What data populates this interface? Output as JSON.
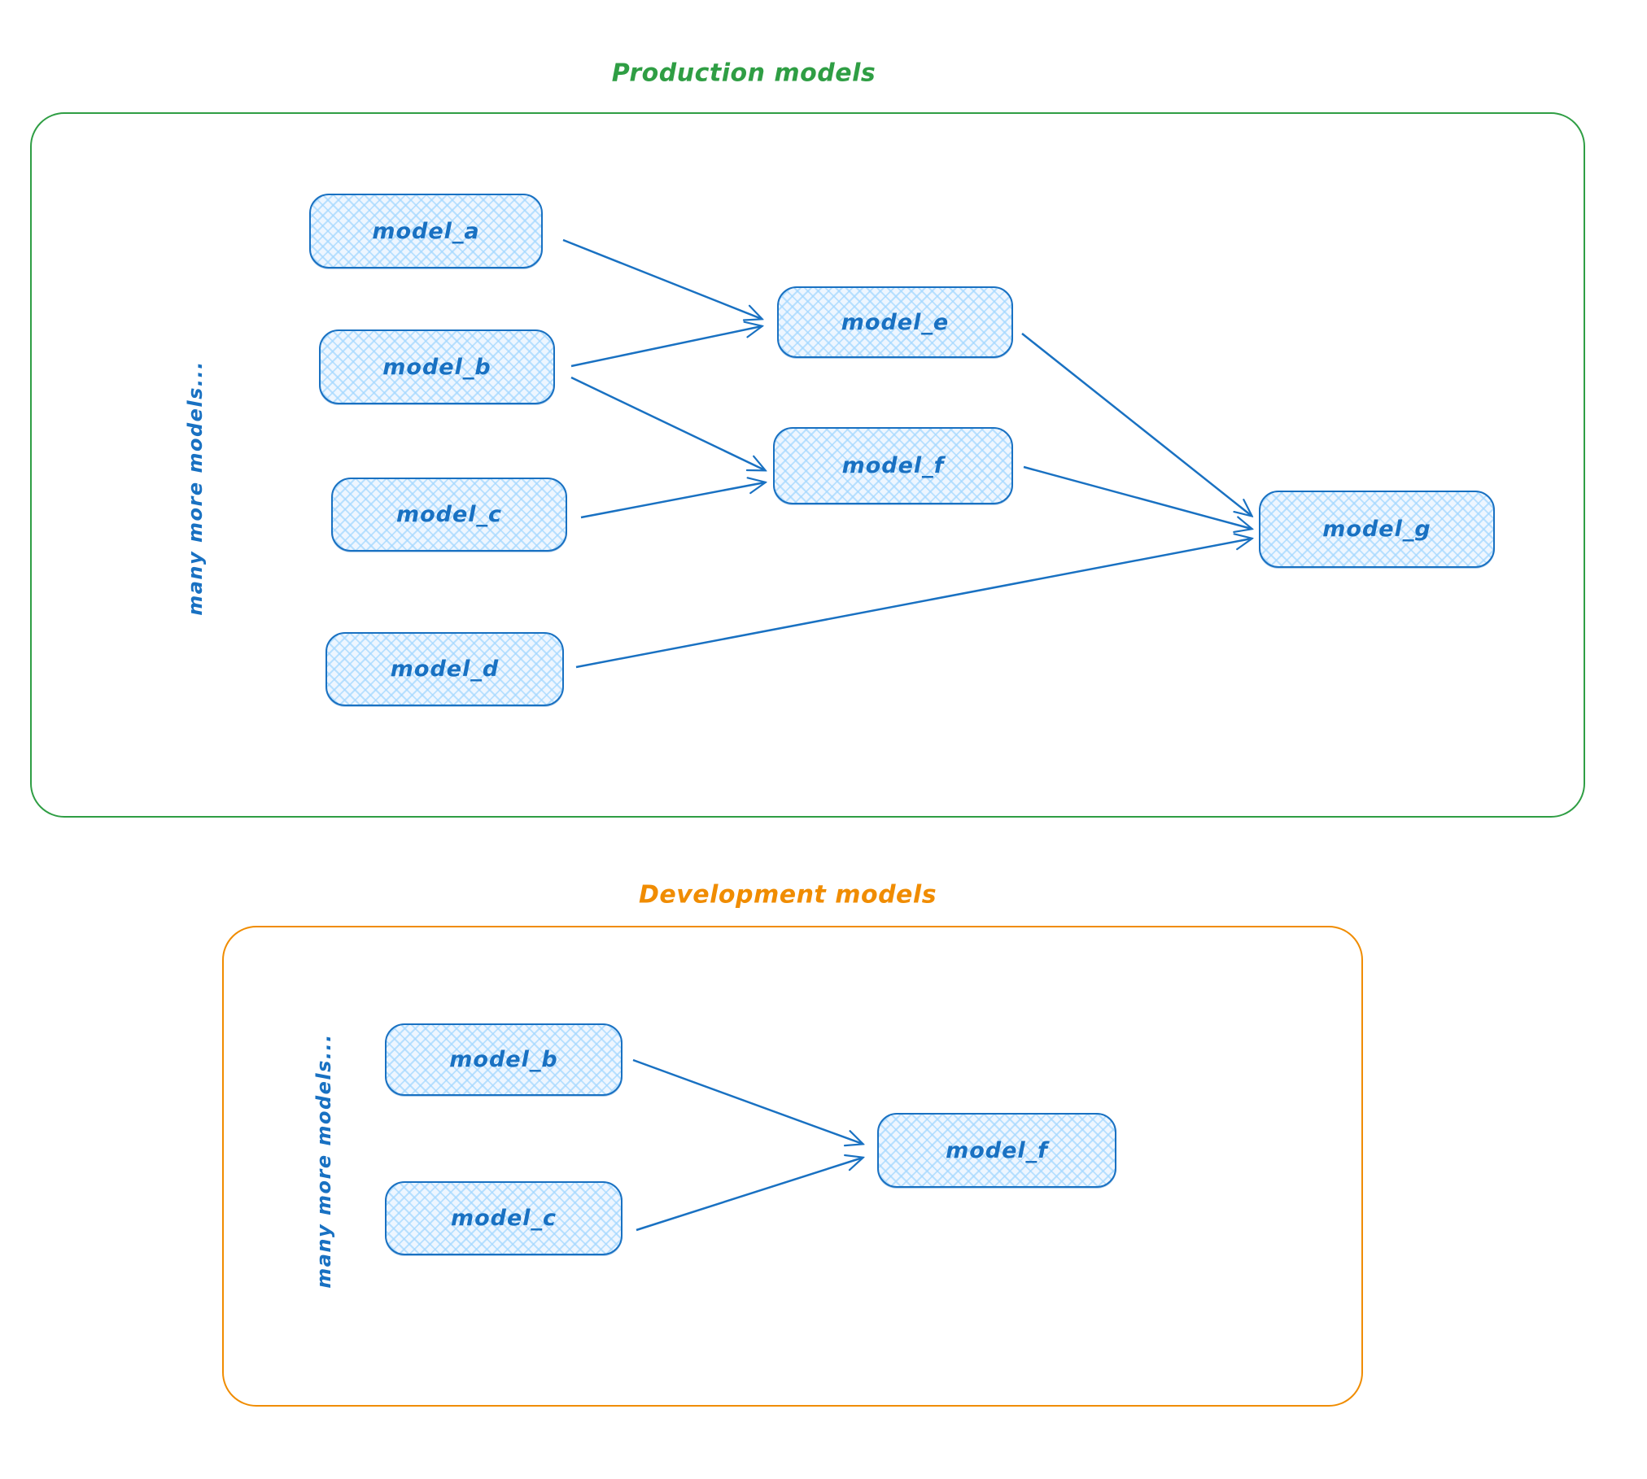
{
  "colors": {
    "node_stroke": "#1971c2",
    "node_fill_hatch": "#a5d8ff",
    "production_accent": "#2f9e44",
    "development_accent": "#f08c00"
  },
  "production": {
    "title": "Production models",
    "side_label": "many more models...",
    "nodes": [
      {
        "id": "model_a",
        "label": "model_a"
      },
      {
        "id": "model_b",
        "label": "model_b"
      },
      {
        "id": "model_c",
        "label": "model_c"
      },
      {
        "id": "model_d",
        "label": "model_d"
      },
      {
        "id": "model_e",
        "label": "model_e"
      },
      {
        "id": "model_f",
        "label": "model_f"
      },
      {
        "id": "model_g",
        "label": "model_g"
      }
    ],
    "edges": [
      {
        "from": "model_a",
        "to": "model_e"
      },
      {
        "from": "model_b",
        "to": "model_e"
      },
      {
        "from": "model_b",
        "to": "model_f"
      },
      {
        "from": "model_c",
        "to": "model_f"
      },
      {
        "from": "model_e",
        "to": "model_g"
      },
      {
        "from": "model_f",
        "to": "model_g"
      },
      {
        "from": "model_d",
        "to": "model_g"
      }
    ]
  },
  "development": {
    "title": "Development models",
    "side_label": "many more models...",
    "nodes": [
      {
        "id": "model_b",
        "label": "model_b"
      },
      {
        "id": "model_c",
        "label": "model_c"
      },
      {
        "id": "model_f",
        "label": "model_f"
      }
    ],
    "edges": [
      {
        "from": "model_b",
        "to": "model_f"
      },
      {
        "from": "model_c",
        "to": "model_f"
      }
    ]
  }
}
